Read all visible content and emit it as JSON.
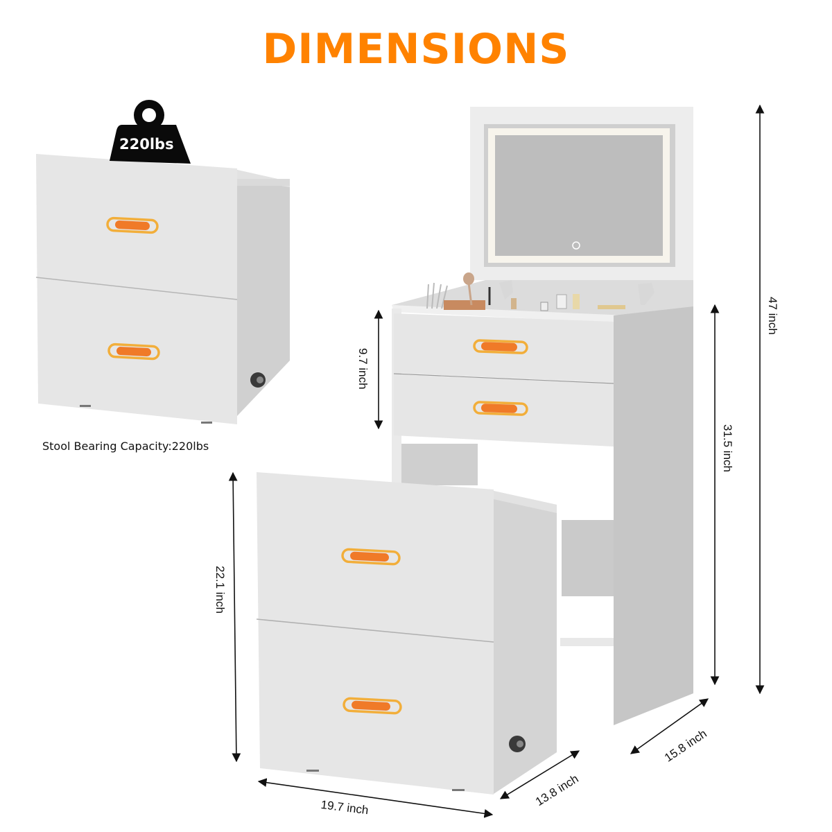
{
  "title": "DIMENSIONS",
  "colors": {
    "accent": "#FF8200",
    "handle_ring": "#F2AE3A",
    "handle_bar": "#F07A28",
    "panel_front": "#E6E6E6",
    "panel_side": "#D2D2D2",
    "panel_dark": "#C6C6C6",
    "mirror": "#BDBDBD",
    "mirror_light": "#F7F4EC",
    "line": "#111111"
  },
  "weight_badge": {
    "icon": "weight-icon",
    "label": "220lbs"
  },
  "caption": "Stool Bearing Capacity:220lbs",
  "dimensions": {
    "total_height": "47 inch",
    "table_height": "31.5 inch",
    "drawer_height": "9.7 inch",
    "stool_height": "22.1 inch",
    "stool_width": "19.7 inch",
    "stool_depth": "13.8 inch",
    "table_depth": "15.8 inch"
  },
  "products": {
    "stool_preview": {
      "label": "stool-with-2-drawers",
      "drawers": 2,
      "casters": true
    },
    "vanity": {
      "label": "flip-top-vanity-with-led-mirror",
      "drawers": 2,
      "mirror_icon": "power-touch-icon"
    },
    "stool_main": {
      "label": "stool-with-2-drawers",
      "drawers": 2,
      "casters": true
    }
  }
}
